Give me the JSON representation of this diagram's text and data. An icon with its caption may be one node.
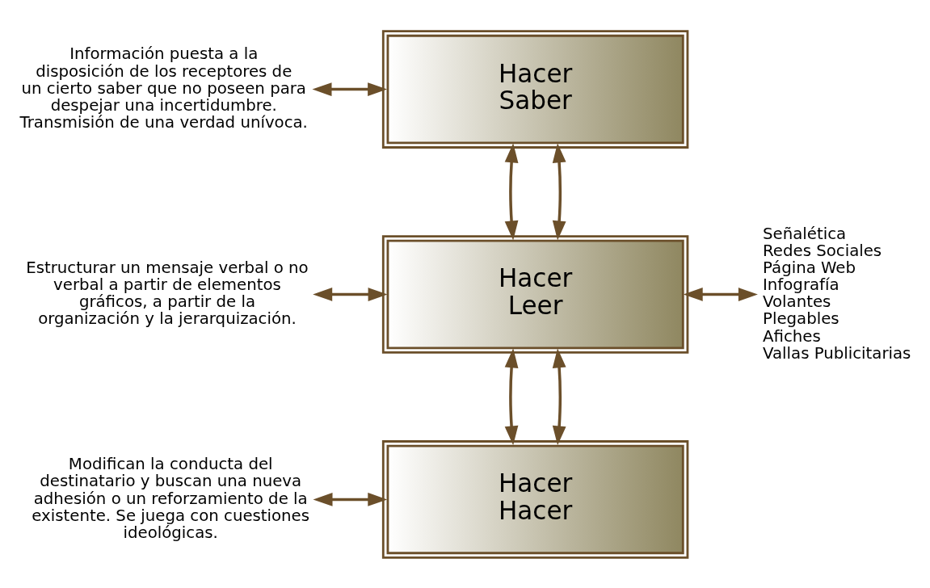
{
  "diagram": {
    "nodes": [
      {
        "text": [
          "Información puesta a la disposición de los receptores de un cierto saber que no poseen para despejar una incertidumbre. Transmisión de una verdad unívoca."
        ]
      },
      {
        "text": [
          "Hacer Saber"
        ]
      },
      {
        "text": [
          "Estructurar un mensaje verbal o no verbal a partir de elementos gráficos, a partir de la organización y la jerarquización."
        ]
      },
      {
        "text": [
          "Hacer Leer"
        ]
      },
      {
        "text": [
          "Modifican la conducta del destinatario y buscan una nueva adhesión o un reforzamiento de la existente. Se juega con cuestiones ideológicas."
        ]
      },
      {
        "text": [
          "Hacer Hacer"
        ]
      },
      {
        "text": [
          "Señalética",
          "Redes Sociales",
          "Página Web",
          "Infografía",
          "Volantes",
          "Plegables",
          "Afiches",
          "Vallas Publicitarias"
        ]
      }
    ],
    "edges": [
      {
        "from": 0,
        "to": 1,
        "arrow": "both"
      },
      {
        "from": 1,
        "to": 3,
        "arrow": "both"
      },
      {
        "from": 2,
        "to": 3,
        "arrow": "both"
      },
      {
        "from": 3,
        "to": 5,
        "arrow": "both"
      },
      {
        "from": 4,
        "to": 5,
        "arrow": "both"
      },
      {
        "from": 3,
        "to": 6,
        "arrow": "both"
      },
      {
        "from": 3,
        "to": 1,
        "arrow": "both"
      },
      {
        "from": 3,
        "to": 5,
        "arrow": "both"
      }
    ]
  }
}
